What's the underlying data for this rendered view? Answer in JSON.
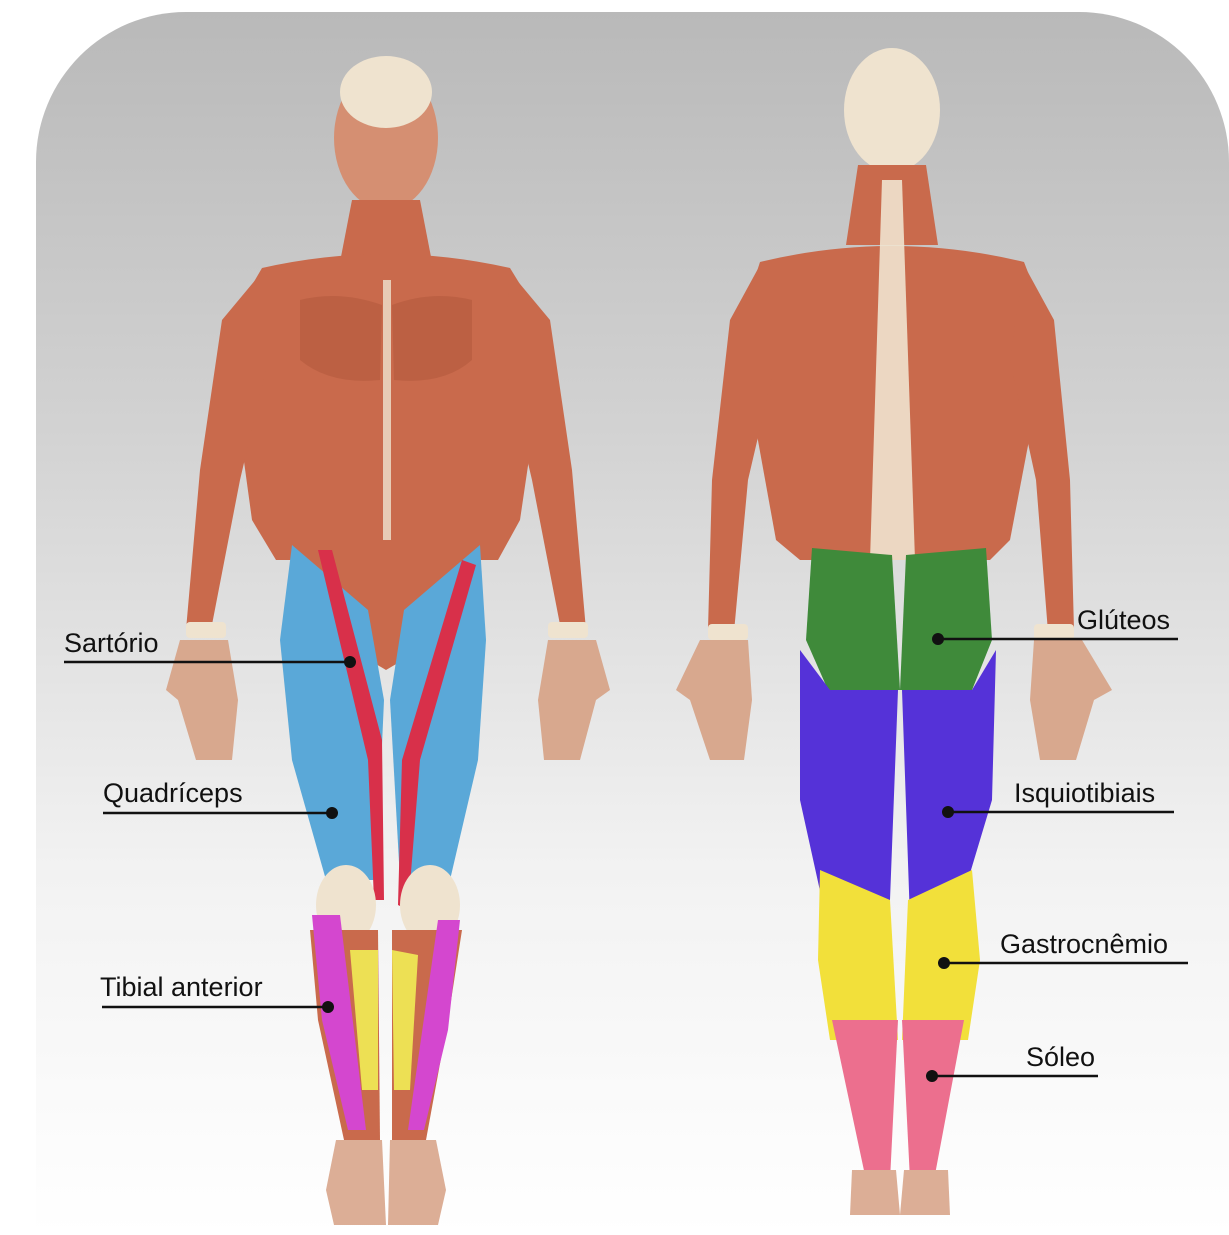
{
  "front_labels": {
    "sartorio": "Sartório",
    "quadriceps": "Quadríceps",
    "tibial_anterior": "Tibial anterior"
  },
  "back_labels": {
    "gluteos": "Glúteos",
    "isquiotibiais": "Isquiotibiais",
    "gastrocnemio": "Gastrocnêmio",
    "soleo": "Sóleo"
  },
  "colors": {
    "quadriceps": "#5aa8d8",
    "sartorio": "#d8304a",
    "tibial_anterior": "#d447cf",
    "gastrocnemio_front": "#ede054",
    "gluteos": "#3f8a3a",
    "isquiotibiais": "#5532d8",
    "gastrocnemio": "#f2e03a",
    "soleo": "#ec6f8e",
    "muscle": "#c96a4c",
    "muscle_dark": "#a44c34",
    "tendon": "#efe3cf"
  }
}
